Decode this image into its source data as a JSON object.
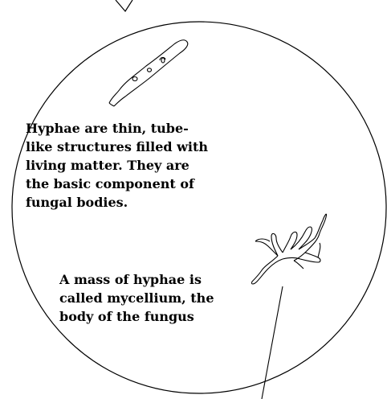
{
  "captions": {
    "hyphae": [
      "Hyphae are thin, tube-",
      "like structures filled with",
      "living matter.  They are",
      "the basic component of",
      "fungal bodies."
    ],
    "mycelium": [
      "A mass of hyphae is",
      "called mycellium,  the",
      "body of the fungus"
    ]
  },
  "colors": {
    "stroke": "#000000",
    "text": "#000000",
    "background": "#ffffff"
  }
}
